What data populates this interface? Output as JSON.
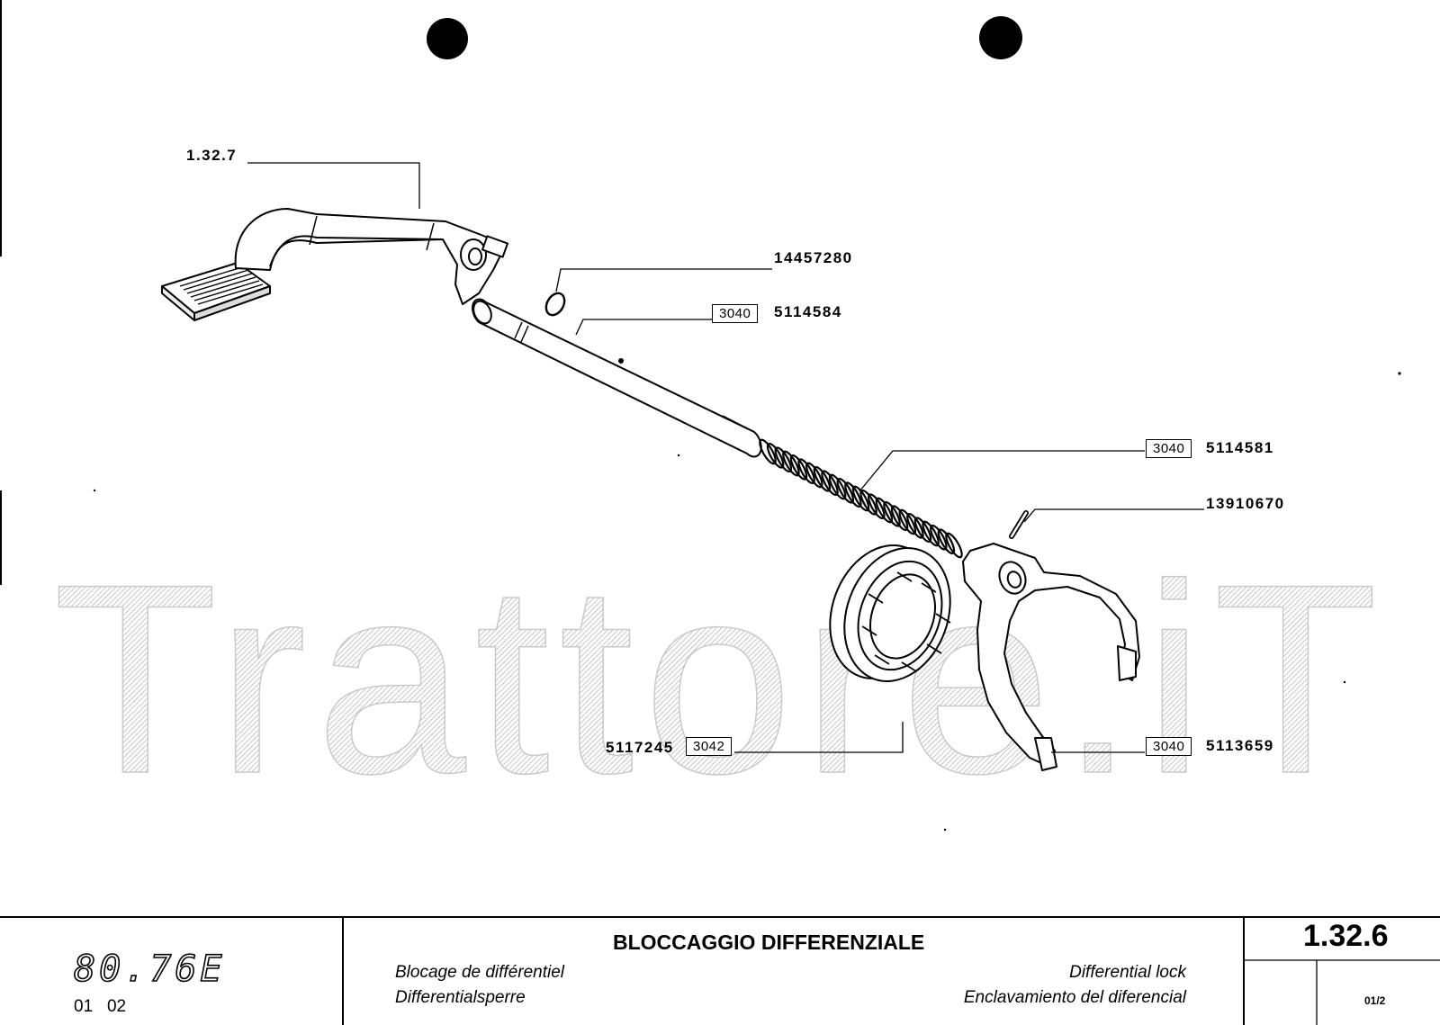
{
  "watermark": "Trattore.iT",
  "parts": {
    "pedal_ref": "1.32.7",
    "ring": "14457280",
    "shaft_box": "3040",
    "shaft": "5114584",
    "spring_box": "3040",
    "spring": "5114581",
    "pin": "13910670",
    "sleeve_part": "5117245",
    "sleeve_box": "3042",
    "fork_box": "3040",
    "fork": "5113659"
  },
  "footer": {
    "model": "80.76E",
    "model_sub": "01   02",
    "title_it": "BLOCCAGGIO DIFFERENZIALE",
    "title_fr": "Blocage de différentiel",
    "title_de": "Differentialsperre",
    "title_en": "Differential lock",
    "title_es": "Enclavamiento del diferencial",
    "page_code": "1.32.6",
    "sheet": "01/2"
  }
}
